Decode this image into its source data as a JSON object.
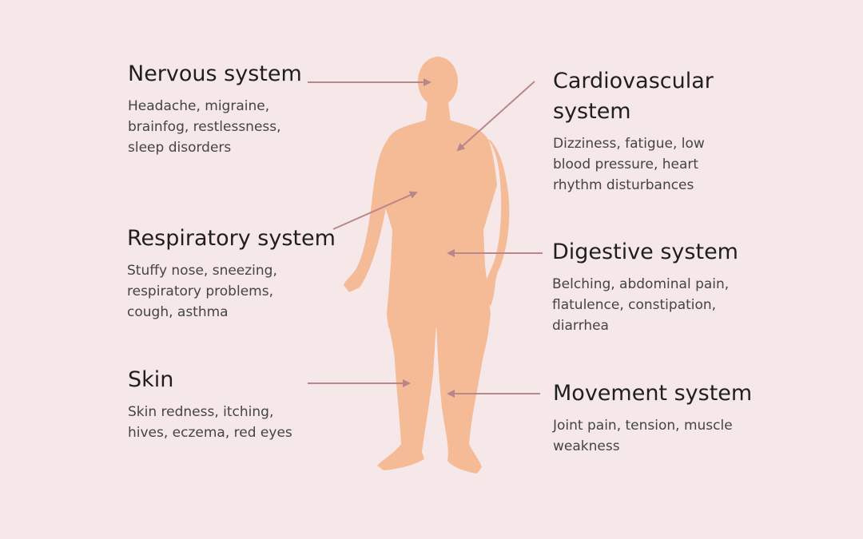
{
  "colors": {
    "background": "#f6e8e9",
    "silhouette": "#f4bb96",
    "arrow": "#b9868c",
    "text_title": "#1f1f1f",
    "text_desc": "#444444"
  },
  "sections": {
    "nervous": {
      "title": "Nervous system",
      "desc": [
        "Headache, migraine,",
        "brainfog, restlessness,",
        "sleep disorders"
      ]
    },
    "cardiovascular": {
      "title": [
        "Cardiovascular",
        "system"
      ],
      "desc": [
        "Dizziness, fatigue, low",
        "blood pressure, heart",
        "rhythm disturbances"
      ]
    },
    "respiratory": {
      "title": "Respiratory system",
      "desc": [
        "Stuffy nose, sneezing,",
        "respiratory problems,",
        "cough, asthma"
      ]
    },
    "digestive": {
      "title": "Digestive system",
      "desc": [
        "Belching, abdominal pain,",
        "flatulence, constipation,",
        "diarrhea"
      ]
    },
    "skin": {
      "title": "Skin",
      "desc": [
        "Skin redness, itching,",
        "hives, eczema, red eyes"
      ]
    },
    "movement": {
      "title": "Movement system",
      "desc": [
        "Joint pain, tension, muscle",
        "weakness"
      ]
    }
  }
}
